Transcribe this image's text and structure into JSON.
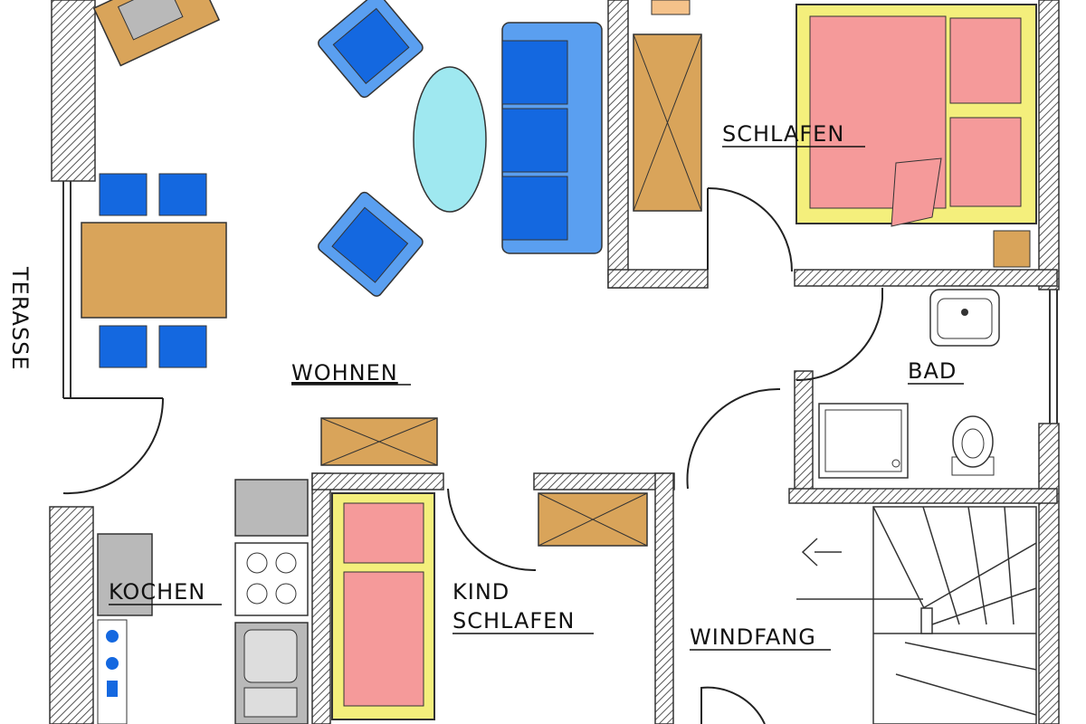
{
  "rooms": {
    "wohnen": "WOHNEN",
    "schlafen": "SCHLAFEN",
    "bad": "BAD",
    "kochen": "KOCHEN",
    "kind_line1": "KIND",
    "kind_line2": "SCHLAFEN",
    "windfang": "WINDFANG",
    "terasse": "TERASSE"
  },
  "colors": {
    "wall": "#5a5a5a",
    "wood": "#d9a45a",
    "sofa": "#1468e0",
    "table_oval": "#9fe8f0",
    "bed": "#f59a9a",
    "bed_frame": "#f4ef7c",
    "appliance": "#b9b9b9",
    "background": "#ffffff"
  }
}
